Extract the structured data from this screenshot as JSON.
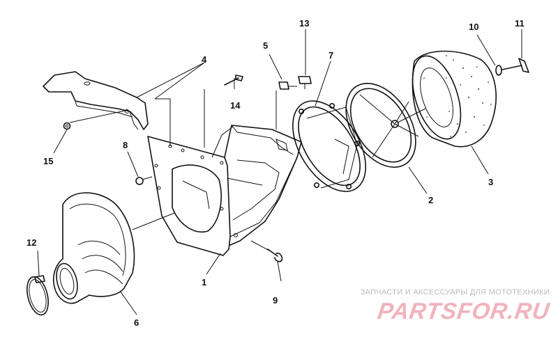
{
  "diagram": {
    "callouts": [
      "1",
      "2",
      "3",
      "4",
      "5",
      "6",
      "7",
      "8",
      "9",
      "10",
      "11",
      "12",
      "13",
      "14",
      "15"
    ]
  },
  "watermark": {
    "caption": "ЗАПЧАСТИ И АКСЕССУАРЫ ДЛЯ МОТОТЕХНИКИ",
    "logo": "PARTSFOR.RU"
  },
  "colors": {
    "line": "#111111",
    "watermark_logo": "#f1b3bc",
    "watermark_caption": "#bcbcbc"
  }
}
